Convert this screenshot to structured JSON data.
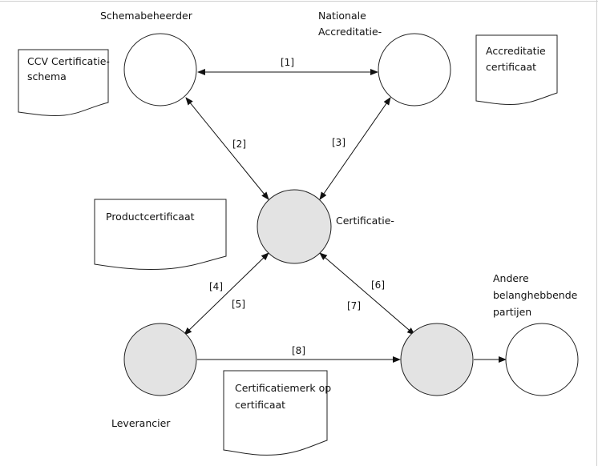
{
  "colors": {
    "node_white": "#ffffff",
    "node_grey": "#e3e3e3",
    "stroke": "#222222"
  },
  "nodes": {
    "schemabeheerder": {
      "label": "Schemabeheerder",
      "fill": "white"
    },
    "accreditatie": {
      "label_lines": [
        "Nationale",
        "Accreditatie-"
      ],
      "fill": "white"
    },
    "certificatie": {
      "label": "Certificatie-",
      "fill": "grey"
    },
    "leverancier": {
      "label": "Leverancier",
      "fill": "grey"
    },
    "afnemer": {
      "label": "",
      "fill": "grey"
    },
    "andere": {
      "label_lines": [
        "Andere",
        "belanghebbende",
        "partijen"
      ],
      "fill": "white"
    }
  },
  "documents": {
    "ccv": {
      "lines": [
        "CCV Certificatie-",
        "schema"
      ]
    },
    "accreditatie_cert": {
      "lines": [
        "Accreditatie",
        "certificaat"
      ]
    },
    "productcert": {
      "lines": [
        "Productcertificaat"
      ]
    },
    "certificatiemerk": {
      "lines": [
        "Certificatiemerk op",
        "certificaat"
      ]
    }
  },
  "edges": [
    {
      "id": "e1",
      "label": "[1]",
      "from": "schemabeheerder",
      "to": "accreditatie",
      "style": "double"
    },
    {
      "id": "e2",
      "label": "[2]",
      "from": "schemabeheerder",
      "to": "certificatie",
      "style": "double"
    },
    {
      "id": "e3",
      "label": "[3]",
      "from": "accreditatie",
      "to": "certificatie",
      "style": "double"
    },
    {
      "id": "e4",
      "label": "[4]",
      "from": "certificatie",
      "to": "leverancier",
      "style": "double"
    },
    {
      "id": "e5",
      "label": "[5]",
      "from": "certificatie",
      "to": "leverancier",
      "style": "double"
    },
    {
      "id": "e6",
      "label": "[6]",
      "from": "certificatie",
      "to": "afnemer",
      "style": "double"
    },
    {
      "id": "e7",
      "label": "[7]",
      "from": "certificatie",
      "to": "afnemer",
      "style": "double"
    },
    {
      "id": "e8",
      "label": "[8]",
      "from": "leverancier",
      "to": "afnemer",
      "style": "single"
    },
    {
      "id": "e9",
      "label": "",
      "from": "afnemer",
      "to": "andere",
      "style": "single"
    }
  ]
}
